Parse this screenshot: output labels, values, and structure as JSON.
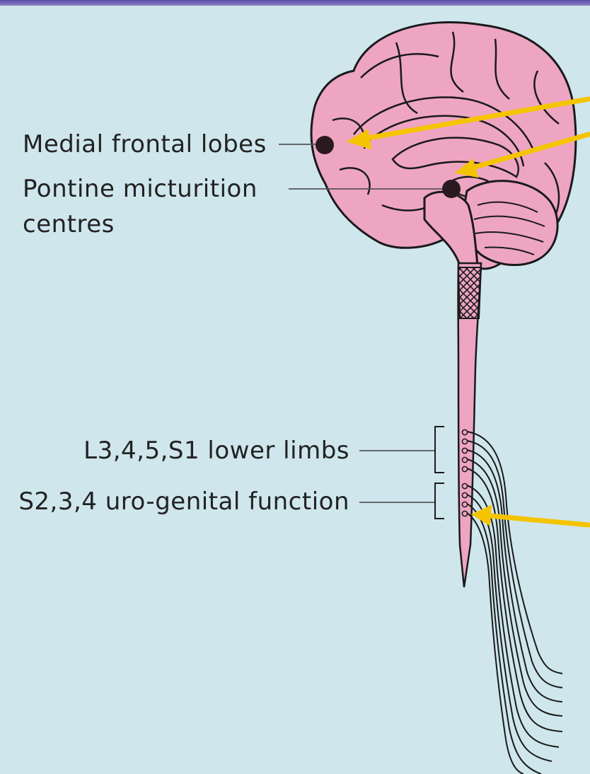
{
  "labels": {
    "medial_frontal": "Medial frontal lobes",
    "pontine_line1": "Pontine micturition",
    "pontine_line2": "centres",
    "lower_limbs": "L3,4,5,S1 lower limbs",
    "urogenital": "S2,3,4 uro-genital function"
  },
  "colors": {
    "background": "#cfe6ed",
    "brain_fill": "#eea5c2",
    "outline": "#1a1a1a",
    "arrow": "#f5c400",
    "marker": "#2a1a1f"
  }
}
